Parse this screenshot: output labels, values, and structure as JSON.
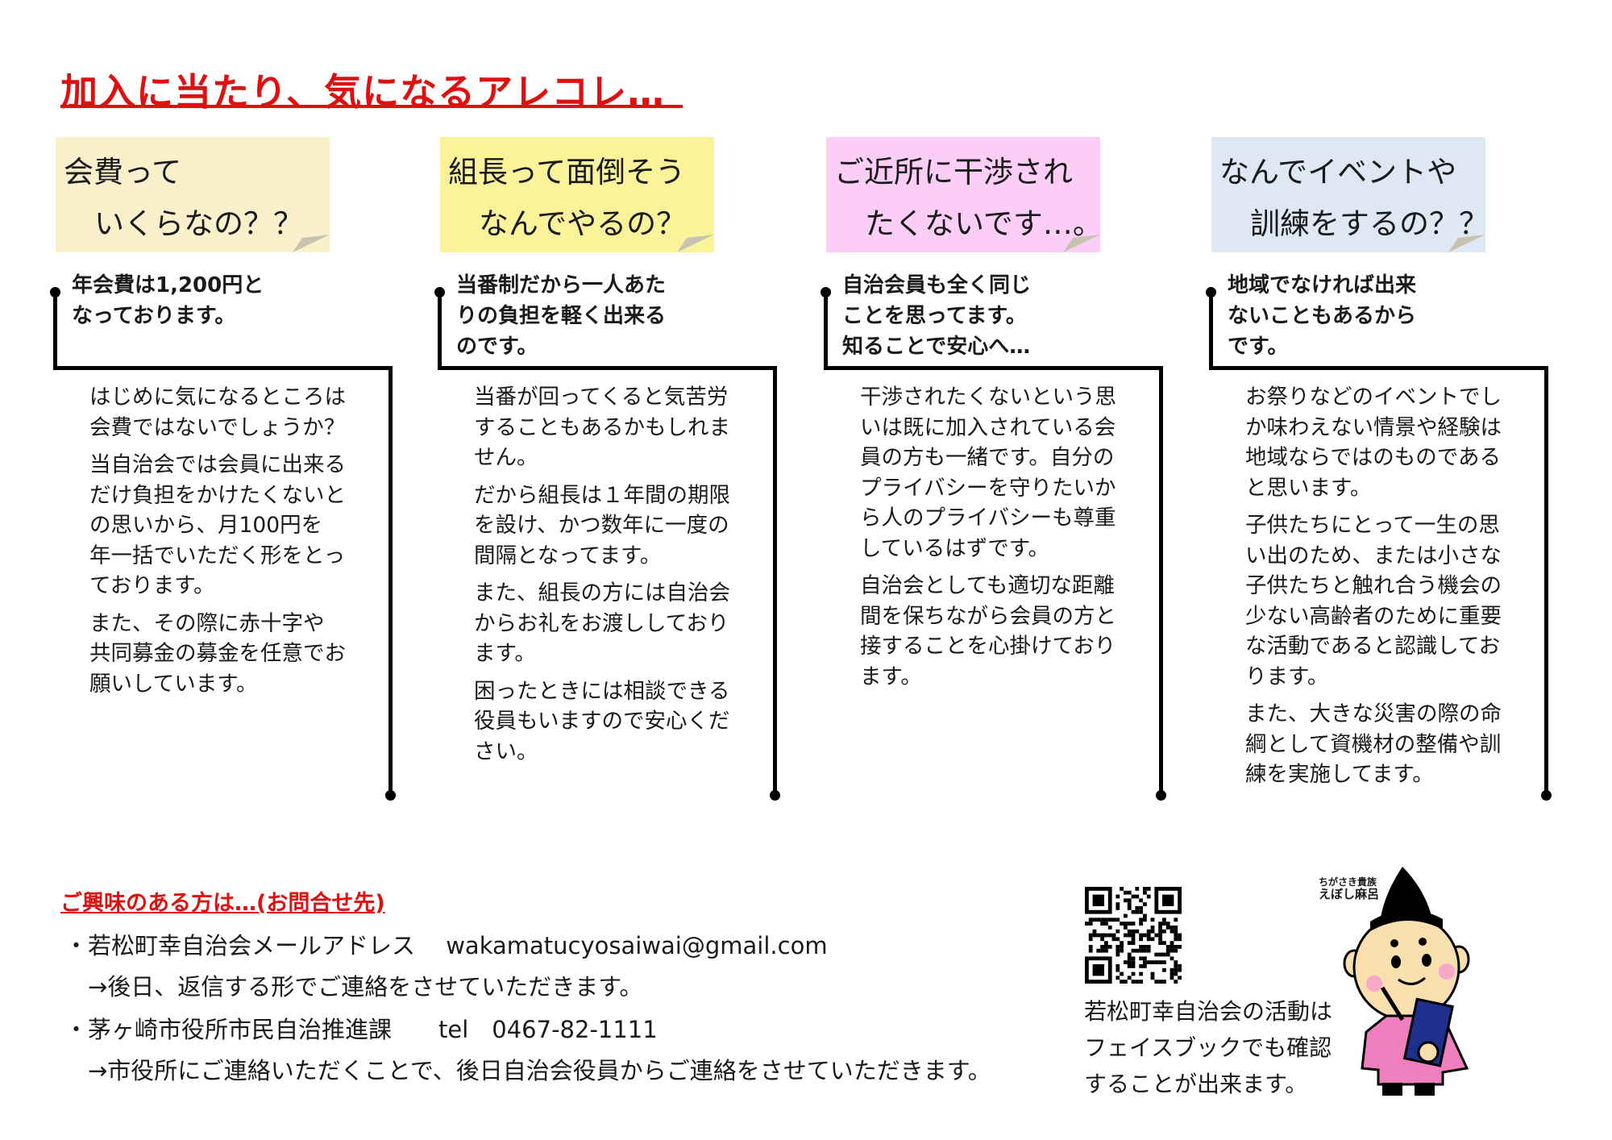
{
  "title": "加入に当たり、気になるアレコレ…",
  "columns": [
    {
      "note_color": "#fbf0cc",
      "note_lines": [
        "会費って",
        "いくらなの？？"
      ],
      "summary_lines": [
        "年会費は1,200円と",
        "なっております。"
      ],
      "paragraphs": [
        [
          "はじめに気になるところは",
          "会費ではないでしょうか？"
        ],
        [
          "当自治会では会員に出来る",
          "だけ負担をかけたくないと",
          "の思いから、月100円を",
          "年一括でいただく形をとっ",
          "ております。"
        ],
        [
          "また、その際に赤十字や",
          "共同募金の募金を任意でお",
          "願いしています。"
        ]
      ]
    },
    {
      "note_color": "#fbf39a",
      "note_lines": [
        "組長って面倒そう",
        "なんでやるの？"
      ],
      "summary_lines": [
        "当番制だから一人あた",
        "りの負担を軽く出来る",
        "のです。"
      ],
      "paragraphs": [
        [
          "当番が回ってくると気苦労",
          "することもあるかもしれま",
          "せん。"
        ],
        [
          "だから組長は１年間の期限",
          "を設け、かつ数年に一度の",
          "間隔となってます。"
        ],
        [
          "また、組長の方には自治会",
          "からお礼をお渡ししており",
          "ます。"
        ],
        [
          "困ったときには相談できる",
          "役員もいますので安心くだ",
          "さい。"
        ]
      ]
    },
    {
      "note_color": "#fccdf6",
      "note_lines": [
        "ご近所に干渉され",
        "たくないです…。"
      ],
      "summary_lines": [
        "自治会員も全く同じ",
        "ことを思ってます。",
        "知ることで安心へ…"
      ],
      "paragraphs": [
        [
          "干渉されたくないという思",
          "いは既に加入されている会",
          "員の方も一緒です。自分の",
          "プライバシーを守りたいか",
          "ら人のプライバシーも尊重",
          "しているはずです。"
        ],
        [
          "自治会としても適切な距離",
          "間を保ちながら会員の方と",
          "接することを心掛けており",
          "ます。"
        ]
      ]
    },
    {
      "note_color": "#dde8f4",
      "note_lines": [
        "なんでイベントや",
        "訓練をするの？？"
      ],
      "summary_lines": [
        "地域でなければ出来",
        "ないこともあるから",
        "です。"
      ],
      "paragraphs": [
        [
          "お祭りなどのイベントでし",
          "か味わえない情景や経験は",
          "地域ならではのものである",
          "と思います。"
        ],
        [
          "子供たちにとって一生の思",
          "い出のため、または小さな",
          "子供たちと触れ合う機会の",
          "少ない高齢者のために重要",
          "な活動であると認識してお",
          "ります。"
        ],
        [
          "また、大きな災害の際の命",
          "綱として資機材の整備や訓",
          "練を実施してます。"
        ]
      ]
    }
  ],
  "contact": {
    "heading": "ご興味のある方は…(お問合せ先)",
    "lines": [
      "・若松町幸自治会メールアドレス　 wakamatucyosaiwai@gmail.com",
      "　→後日、返信する形でご連絡をさせていただきます。",
      "・茅ヶ崎市役所市民自治推進課　　tel　0467-82-1111",
      "　→市役所にご連絡いただくことで、後日自治会役員からご連絡をさせていただきます。"
    ]
  },
  "facebook_lines": [
    "若松町幸自治会の活動は",
    "フェイスブックでも確認",
    "することが出来ます。"
  ],
  "mascot": {
    "caption_small": "ちがさき貴族",
    "caption_name": "えぼし麻呂"
  }
}
